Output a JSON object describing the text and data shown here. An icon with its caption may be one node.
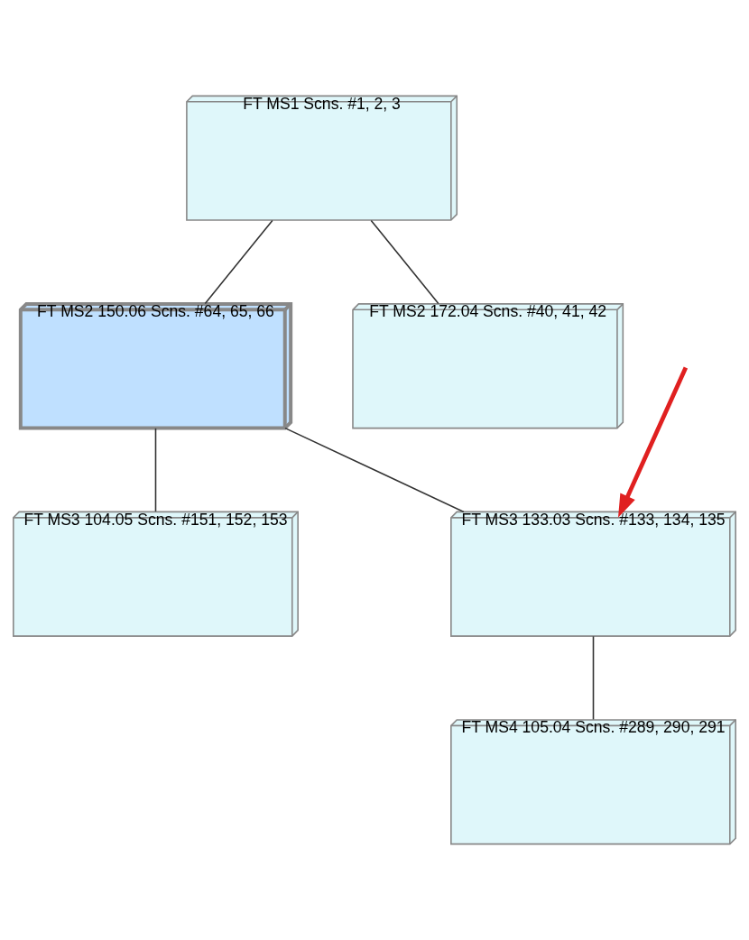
{
  "diagram": {
    "nodes": [
      {
        "text": [
          "FT MS1 Scns. #1, 2, 3"
        ]
      },
      {
        "text": [
          "FT MS2 150.06 Scns. #64, 65, 66"
        ]
      },
      {
        "text": [
          "FT MS2 172.04 Scns. #40, 41, 42"
        ]
      },
      {
        "text": [
          "FT MS3 104.05 Scns. #151, 152, 153"
        ]
      },
      {
        "text": [
          "FT MS3 133.03 Scns. #133, 134, 135"
        ]
      },
      {
        "text": [
          "FT MS4 105.04 Scns. #289, 290, 291"
        ]
      }
    ],
    "edges": [
      {
        "from": 0,
        "to": 1,
        "arrow": "none"
      },
      {
        "from": 0,
        "to": 2,
        "arrow": "none"
      },
      {
        "from": 1,
        "to": 3,
        "arrow": "none"
      },
      {
        "from": 1,
        "to": 4,
        "arrow": "none"
      },
      {
        "from": 4,
        "to": 5,
        "arrow": "none"
      },
      {
        "from": null,
        "to": 4,
        "arrow": "to",
        "style": "thick",
        "color": "#e02020"
      }
    ]
  }
}
